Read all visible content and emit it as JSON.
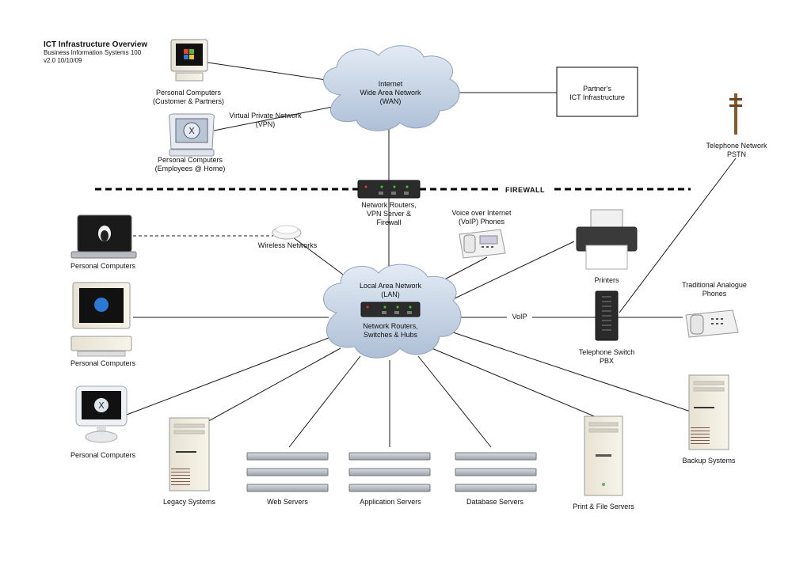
{
  "header": {
    "title": "ICT Infrastructure Overview",
    "subtitle": "Business Information Systems 100",
    "version": "v2.0 10/10/09"
  },
  "firewall_label": "FIREWALL",
  "nodes": {
    "wan": [
      "Internet",
      "Wide Area Network",
      "(WAN)"
    ],
    "partner": [
      "Partner's",
      "ICT Infrastructure"
    ],
    "pc_customer": [
      "Personal Computers",
      "(Customer & Partners)"
    ],
    "pc_home": [
      "Personal Computers",
      "(Employees @ Home)"
    ],
    "vpn": [
      "Virtual Private Network",
      "(VPN)"
    ],
    "pstn": [
      "Telephone Network",
      "PSTN"
    ],
    "gateway": [
      "Network Routers,",
      "VPN Server &",
      "Firewall"
    ],
    "voip_phones": [
      "Voice over Internet",
      "(VoIP) Phones"
    ],
    "wireless": "Wireless Networks",
    "pc_laptop": "Personal Computers",
    "pc_desktop": "Personal Computers",
    "pc_imac": "Personal Computers",
    "lan": [
      "Local Area Network",
      "(LAN)"
    ],
    "lan_devices": [
      "Network Routers,",
      "Switches & Hubs"
    ],
    "printers": "Printers",
    "analogue": [
      "Traditional Analogue",
      "Phones"
    ],
    "voip_link": "VoIP",
    "pbx": [
      "Telephone Switch",
      "PBX"
    ],
    "legacy": "Legacy Systems",
    "web": "Web Servers",
    "app": "Application Servers",
    "db": "Database Servers",
    "printfile": "Print & File Servers",
    "backup": "Backup Systems"
  },
  "icons": [
    "windows-pc-icon",
    "mac-pc-icon",
    "linux-laptop-icon",
    "crt-pc-icon",
    "imac-icon",
    "telephone-pole-icon",
    "router-icon",
    "wireless-access-point-icon",
    "voip-phone-icon",
    "printer-icon",
    "pbx-switch-icon",
    "analogue-phone-icon",
    "tower-server-icon",
    "rack-server-icon",
    "cloud-icon"
  ],
  "colors": {
    "cloud": "#c9d6e8",
    "cloud_stroke": "#8fa3bd",
    "line": "#1a1a1a"
  }
}
